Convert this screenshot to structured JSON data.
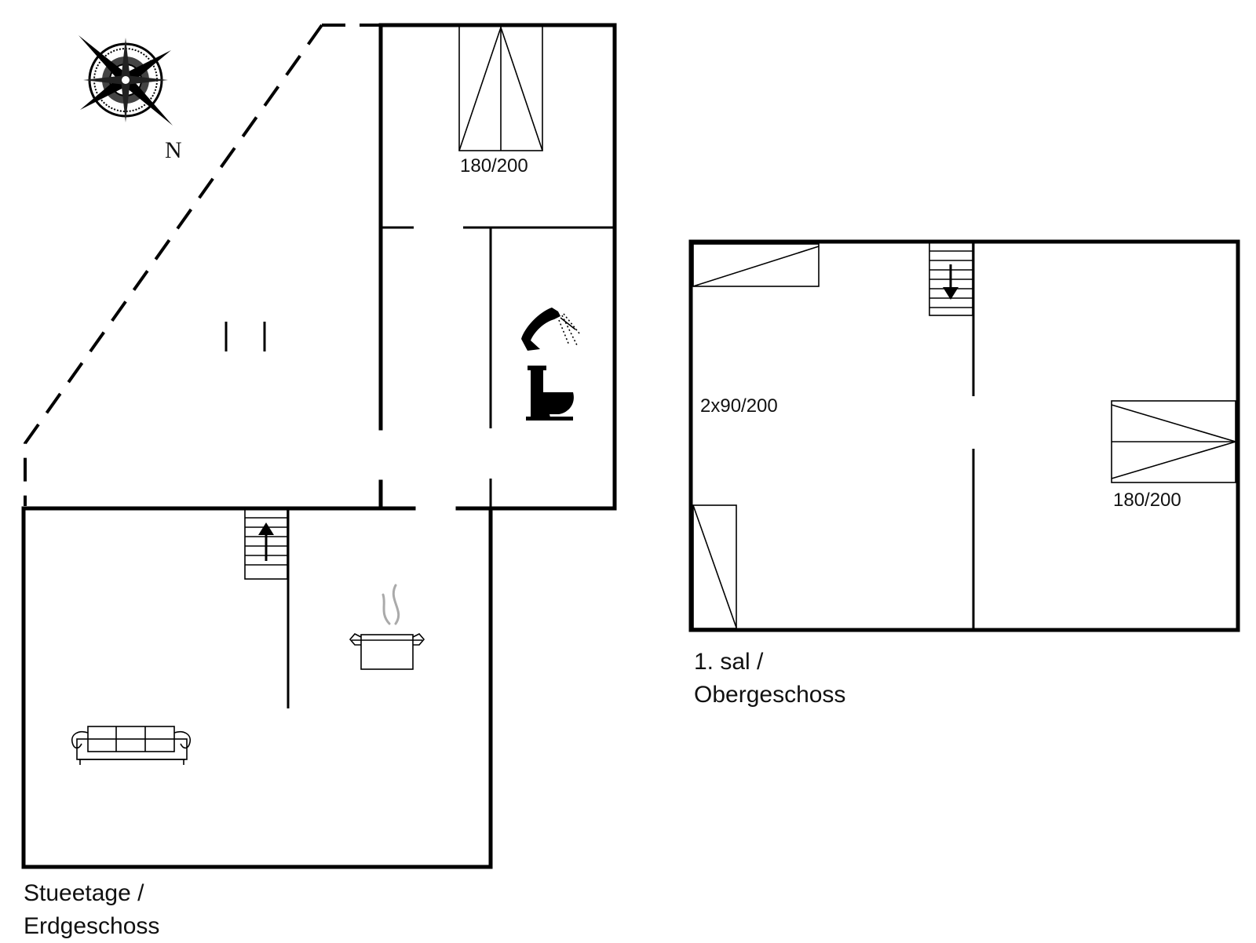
{
  "compass": {
    "north_label": "N"
  },
  "ground_floor": {
    "label_line1": "Stueetage /",
    "label_line2": "Erdgeschoss",
    "bed_size": "180/200"
  },
  "upper_floor": {
    "label_line1": "1. sal /",
    "label_line2": "Obergeschoss",
    "bed_size_left": "2x90/200",
    "bed_size_right": "180/200"
  },
  "icons": [
    "compass-icon",
    "bed-icon",
    "shower-icon",
    "toilet-icon",
    "stairs-up-icon",
    "stairs-down-icon",
    "cooking-pot-icon",
    "sofa-icon"
  ]
}
